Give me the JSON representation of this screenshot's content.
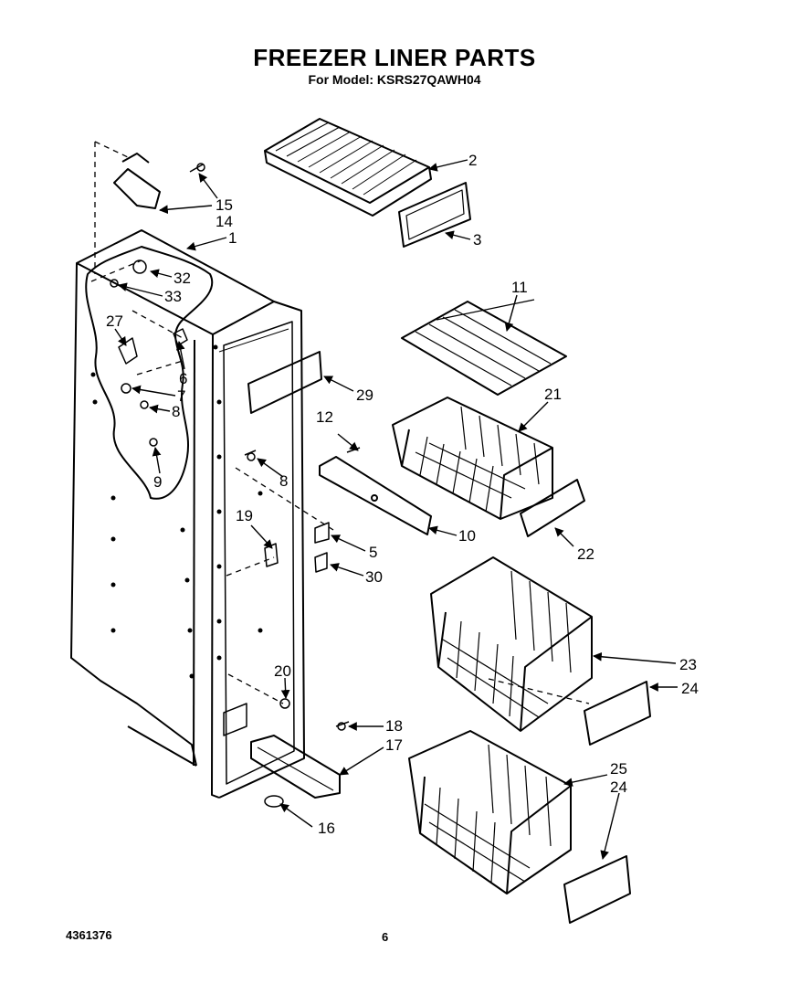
{
  "header": {
    "title": "FREEZER LINER PARTS",
    "subtitle": "For Model: KSRS27QAWH04"
  },
  "footer": {
    "doc_number": "4361376",
    "page_number": "6"
  },
  "callouts": {
    "c1": "1",
    "c2": "2",
    "c3": "3",
    "c5": "5",
    "c6": "6",
    "c7": "7",
    "c8a": "8",
    "c8b": "8",
    "c9": "9",
    "c10": "10",
    "c11": "11",
    "c12": "12",
    "c14": "14",
    "c15": "15",
    "c16": "16",
    "c17": "17",
    "c18": "18",
    "c19": "19",
    "c20": "20",
    "c21": "21",
    "c22": "22",
    "c23": "23",
    "c24a": "24",
    "c24b": "24",
    "c25": "25",
    "c27": "27",
    "c29": "29",
    "c30": "30",
    "c32": "32",
    "c33": "33"
  }
}
